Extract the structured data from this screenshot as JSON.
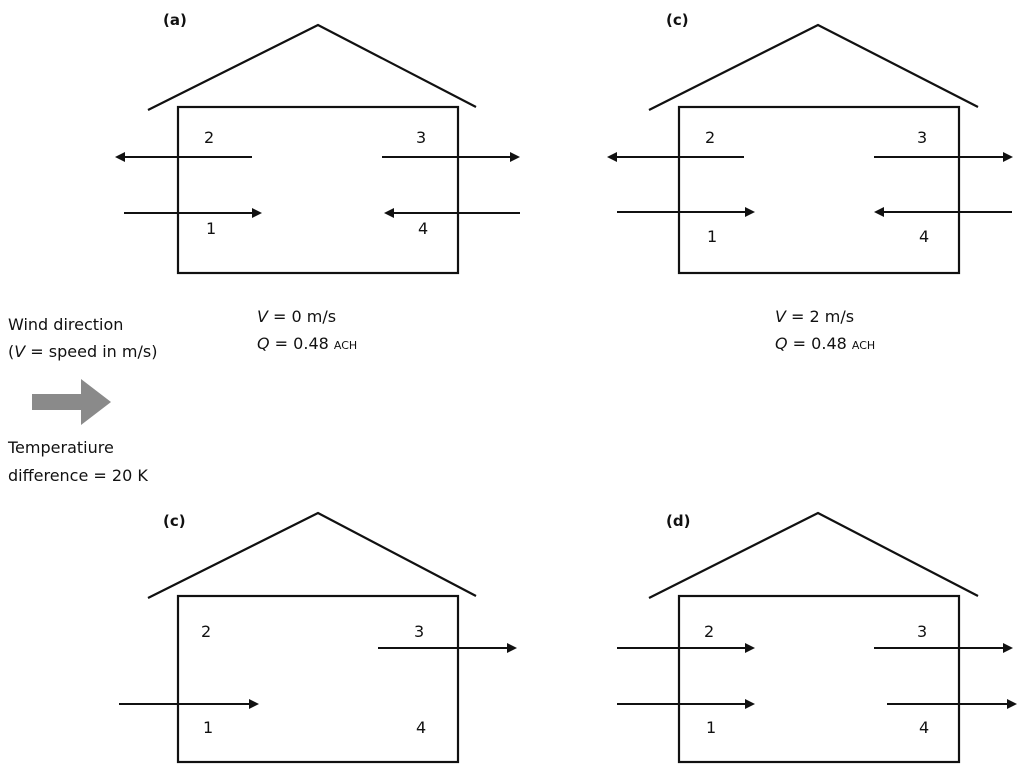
{
  "legend": {
    "wind_direction_line1": "Wind direction",
    "wind_direction_line2_open": "(",
    "wind_direction_line2_var": "V",
    "wind_direction_line2_rest": " = speed in m/s)",
    "wind_arrow_color": "#8a8a8a",
    "temperature_line1": "Temperatiure",
    "temperature_line2": "difference = 20 K"
  },
  "panels": [
    {
      "label": "(a)",
      "openings": [
        "2",
        "3",
        "1",
        "4"
      ],
      "v_var": "V",
      "v_text": " = 0 m/s",
      "q_var": "Q",
      "q_text": " = 0.48 ",
      "q_unit": "ACH"
    },
    {
      "label": "(c)",
      "openings": [
        "2",
        "3",
        "1",
        "4"
      ],
      "v_var": "V",
      "v_text": " = 2 m/s",
      "q_var": "Q",
      "q_text": " = 0.48 ",
      "q_unit": "ACH"
    },
    {
      "label": "(c)",
      "openings": [
        "2",
        "3",
        "1",
        "4"
      ]
    },
    {
      "label": "(d)",
      "openings": [
        "2",
        "3",
        "1",
        "4"
      ]
    }
  ]
}
